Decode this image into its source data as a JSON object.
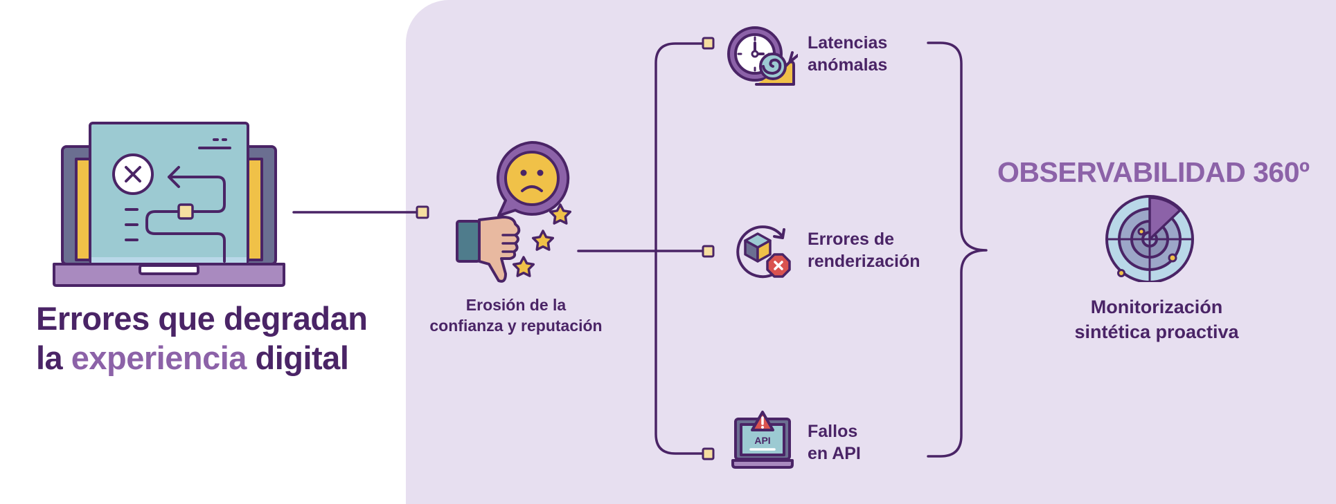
{
  "main_title": {
    "part1": "Errores que degradan",
    "part2_prefix": "la ",
    "part2_highlight": "experiencia",
    "part2_suffix": " digital"
  },
  "erosion": {
    "line1": "Erosión de la",
    "line2": "confianza y reputación"
  },
  "items": [
    {
      "line1": "Latencias",
      "line2": "anómalas",
      "icon": "clock-snail-icon"
    },
    {
      "line1": "Errores de",
      "line2": "renderización",
      "icon": "cube-error-icon"
    },
    {
      "line1": "Fallos",
      "line2": "en API",
      "icon": "api-warning-laptop-icon"
    }
  ],
  "observability": {
    "title": "OBSERVABILIDAD 360º",
    "caption_line1": "Monitorización",
    "caption_line2": "sintética proactiva",
    "icon": "radar-icon"
  },
  "icons": {
    "hero": "laptop-error-flow-icon",
    "erosion": "sad-thumbs-down-stars-icon"
  },
  "colors": {
    "ink": "#4a2466",
    "accent": "#8c62a8",
    "panel": "#e7dff0",
    "teal": "#9ccad2",
    "yellow": "#f0c148",
    "skin": "#e8b9a0",
    "red": "#d9534f"
  }
}
